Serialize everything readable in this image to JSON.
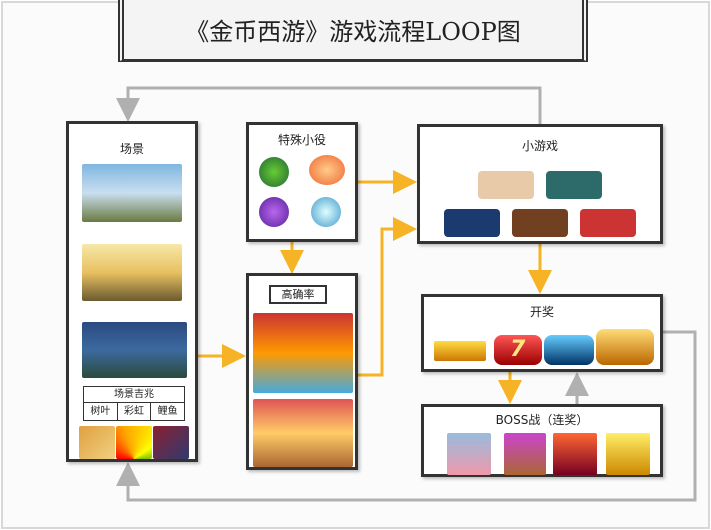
{
  "title": "《金币西游》游戏流程LOOP图",
  "scene": {
    "label": "场景",
    "omen_table": {
      "header": "场景吉兆",
      "cells": [
        "树叶",
        "彩虹",
        "鲤鱼"
      ]
    }
  },
  "special": {
    "label": "特殊小役"
  },
  "high": {
    "label": "高确率"
  },
  "minigame": {
    "label": "小游戏"
  },
  "lottery": {
    "label": "开奖"
  },
  "boss": {
    "label": "BOSS战（连奖）"
  },
  "colors": {
    "flow_arrow": "#f5b325",
    "loop_arrow": "#b0b0b0",
    "border": "#333333"
  }
}
